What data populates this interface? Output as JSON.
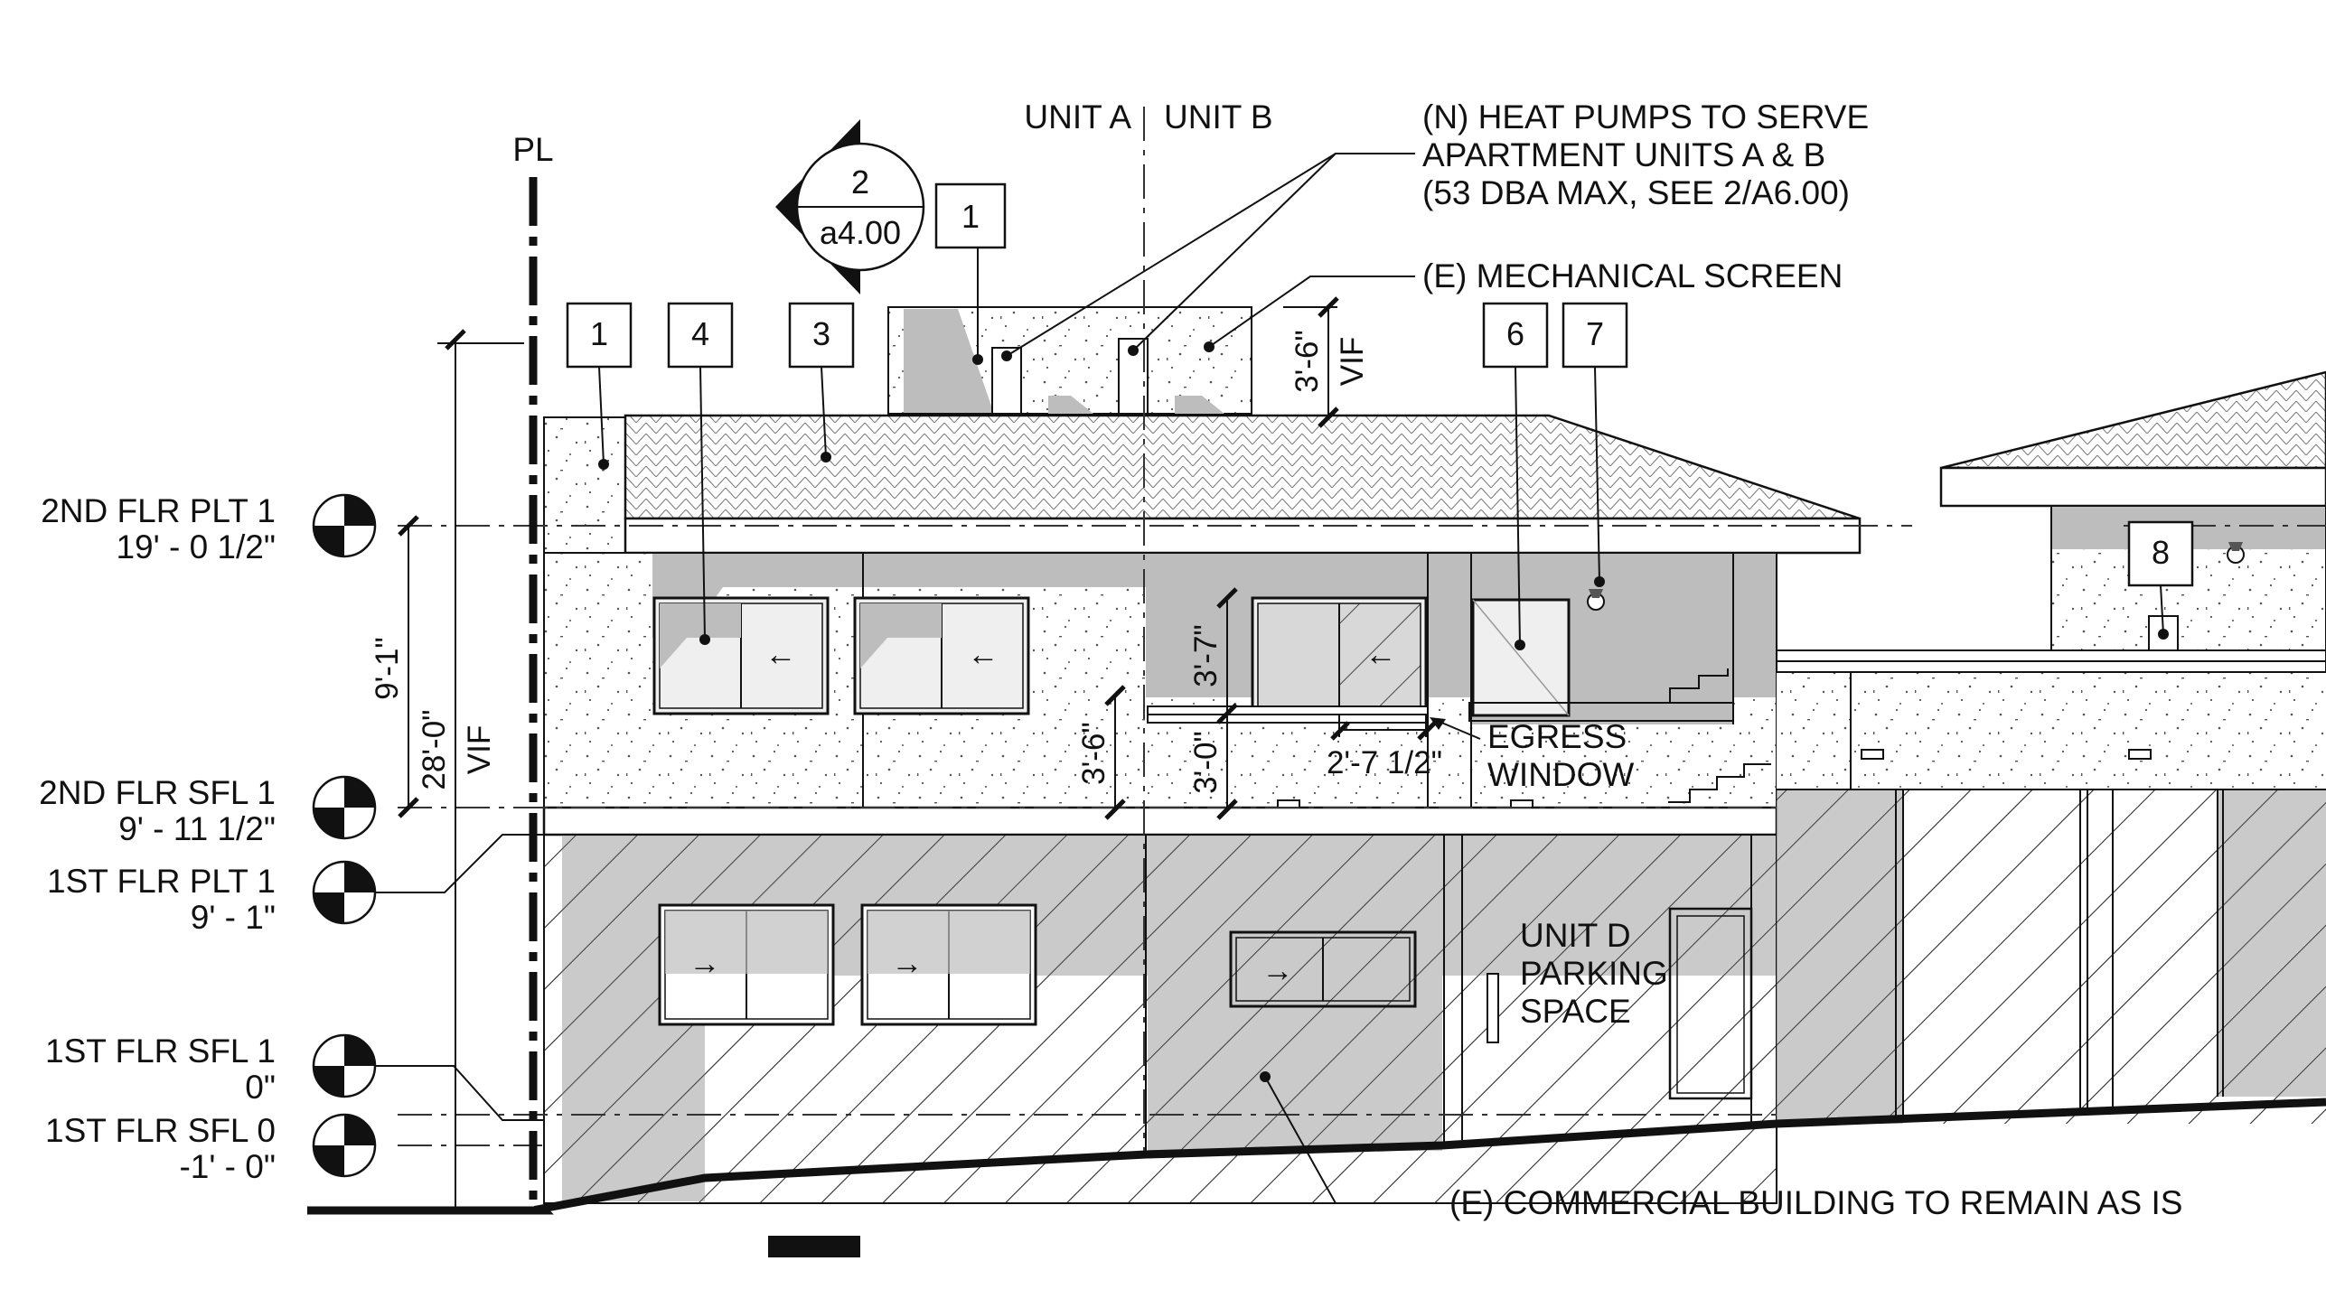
{
  "labels": {
    "property_line": "PL",
    "unit_a": "UNIT A",
    "unit_b": "UNIT B",
    "heat_pumps": [
      "(N) HEAT PUMPS TO SERVE",
      "APARTMENT UNITS A & B",
      "(53 DBA MAX, SEE 2/A6.00)"
    ],
    "mech_screen": "(E) MECHANICAL SCREEN",
    "egress": [
      "EGRESS",
      "WINDOW"
    ],
    "parking": [
      "UNIT D",
      "PARKING",
      "SPACE"
    ],
    "commercial": "(E) COMMERCIAL BUILDING TO REMAIN AS IS"
  },
  "section_marker": {
    "number": "2",
    "sheet": "a4.00"
  },
  "keynotes": [
    "1",
    "1",
    "4",
    "3",
    "6",
    "7",
    "8"
  ],
  "levels": [
    {
      "name": "2ND FLR PLT 1",
      "elev": "19' - 0 1/2\""
    },
    {
      "name": "2ND FLR SFL 1",
      "elev": "9' - 11 1/2\""
    },
    {
      "name": "1ST FLR PLT 1",
      "elev": "9' - 1\""
    },
    {
      "name": "1ST FLR SFL 1",
      "elev": "0\""
    },
    {
      "name": "1ST FLR SFL 0",
      "elev": "-1' - 0\""
    }
  ],
  "dimensions": {
    "overall_height": "28'-0\"",
    "overall_vif": "VIF",
    "floor_to_floor": "9'-1\"",
    "screen_height": "3'-6\"",
    "screen_vif": "VIF",
    "sill_height": "3'-6\"",
    "window_height": "3'-7\"",
    "egress_sill": "3'-0\"",
    "egress_width": "2'-7 1/2\""
  },
  "colors": {
    "line": "#111111",
    "shade": "#bdbdbd",
    "glass": "#efefef"
  }
}
